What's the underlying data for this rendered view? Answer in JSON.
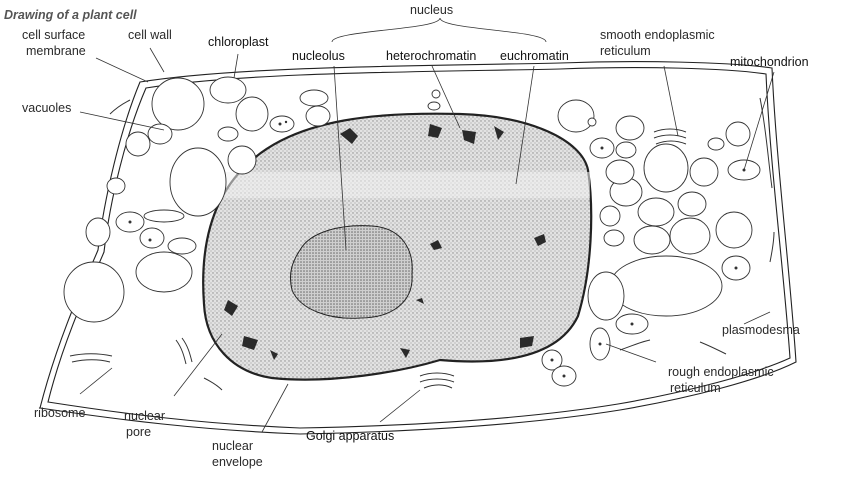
{
  "title": "Drawing of a plant cell",
  "labels": {
    "cell_surface_membrane": [
      "cell surface",
      "membrane"
    ],
    "cell_wall": "cell wall",
    "chloroplast": "chloroplast",
    "nucleus": "nucleus",
    "nucleolus": "nucleolus",
    "heterochromatin": "heterochromatin",
    "euchromatin": "euchromatin",
    "smooth_er": [
      "smooth endoplasmic",
      "reticulum"
    ],
    "mitochondrion": "mitochondrion",
    "vacuoles": "vacuoles",
    "plasmodesma": "plasmodesma",
    "rough_er": [
      "rough endoplasmic",
      "reticulum"
    ],
    "ribosome": "ribosome",
    "nuclear_pore": [
      "nuclear",
      "pore"
    ],
    "nuclear_envelope": [
      "nuclear",
      "envelope"
    ],
    "golgi": "Golgi apparatus"
  }
}
